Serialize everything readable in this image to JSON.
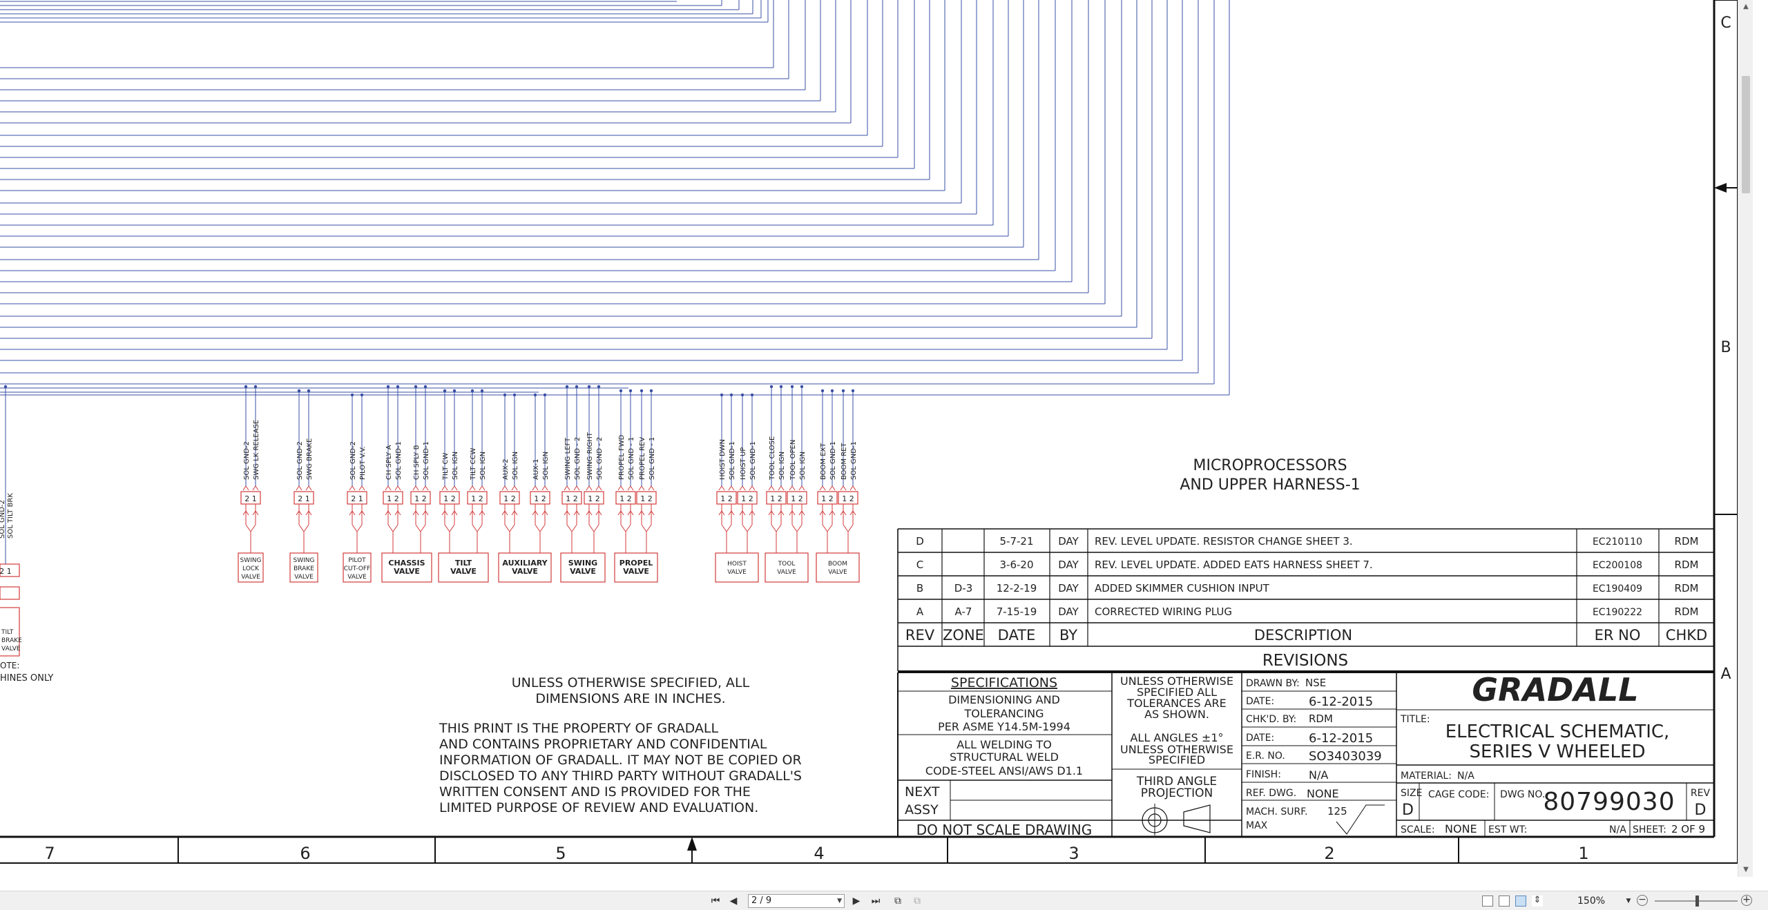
{
  "viewer": {
    "page_indicator": "2 / 9",
    "zoom": "150%"
  },
  "drawing": {
    "zones_right": [
      "C",
      "B",
      "A"
    ],
    "zones_bottom": [
      "7",
      "6",
      "5",
      "4",
      "3",
      "2",
      "1"
    ],
    "heading_line1": "MICROPROCESSORS",
    "heading_line2": "AND UPPER HARNESS-1",
    "left_note_label": "OTE:",
    "left_note_text": "HINES ONLY",
    "left_valve_lines": [
      "TILT",
      "BRAKE",
      "VALVE"
    ],
    "left_wire_labels": [
      "SOL GND-2",
      "SOL TILT BRK"
    ],
    "pin_21": "2 1",
    "pin_12": "1 2",
    "valves": [
      {
        "lines": [
          "SWING",
          "LOCK",
          "VALVE"
        ],
        "bold": false,
        "wires": [
          "SOL GND-2",
          "SWG LK RELEASE"
        ]
      },
      {
        "lines": [
          "SWING",
          "BRAKE",
          "VALVE"
        ],
        "bold": false,
        "wires": [
          "SOL GND-2",
          "SWG BRAKE"
        ]
      },
      {
        "lines": [
          "PILOT",
          "CUT-OFF",
          "VALVE"
        ],
        "bold": false,
        "wires": [
          "SOL GND-2",
          "PILOT V.V."
        ]
      },
      {
        "lines": [
          "CHASSIS",
          "VALVE"
        ],
        "bold": true,
        "wires": [
          "CH SPLY A",
          "SOL GND-1",
          "CH SPLY B",
          "SOL GND-1"
        ]
      },
      {
        "lines": [
          "TILT",
          "VALVE"
        ],
        "bold": true,
        "wires": [
          "TILT CW",
          "SOL IGN",
          "TILT CCW",
          "SOL IGN"
        ]
      },
      {
        "lines": [
          "AUXILIARY",
          "VALVE"
        ],
        "bold": true,
        "wires": [
          "AUX-2",
          "SOL IGN",
          "AUX-1",
          "SOL IGN"
        ]
      },
      {
        "lines": [
          "SWING",
          "VALVE"
        ],
        "bold": true,
        "wires": [
          "SWING LEFT",
          "SOL GND - 2",
          "SWING RIGHT",
          "SOL GND - 2"
        ]
      },
      {
        "lines": [
          "PROPEL",
          "VALVE"
        ],
        "bold": true,
        "wires": [
          "PROPEL FWD",
          "SOL GND - 1",
          "PROPEL REV",
          "SOL GND - 1"
        ]
      },
      {
        "lines": [
          "HOIST",
          "VALVE"
        ],
        "bold": false,
        "wires": [
          "HOIST DWN",
          "SOL GND-1",
          "HOIST UP",
          "SOL GND-1"
        ]
      },
      {
        "lines": [
          "TOOL",
          "VALVE"
        ],
        "bold": false,
        "wires": [
          "TOOL CLOSE",
          "SOL IGN",
          "TOOL OPEN",
          "SOL IGN"
        ]
      },
      {
        "lines": [
          "BOOM",
          "VALVE"
        ],
        "bold": false,
        "wires": [
          "BOOM EXT",
          "SOL GND-1",
          "BOOM RET",
          "SOL GND-1"
        ]
      }
    ],
    "dimension_note": [
      "UNLESS OTHERWISE SPECIFIED, ALL",
      "DIMENSIONS ARE IN INCHES."
    ],
    "property_note": [
      "THIS PRINT IS THE PROPERTY OF GRADALL",
      "AND CONTAINS PROPRIETARY AND CONFIDENTIAL",
      "INFORMATION OF GRADALL. IT MAY NOT BE COPIED OR",
      "DISCLOSED TO ANY THIRD PARTY WITHOUT GRADALL'S",
      "WRITTEN CONSENT AND IS PROVIDED FOR THE",
      "LIMITED PURPOSE OF REVIEW AND EVALUATION."
    ],
    "revisions": {
      "rows": [
        {
          "rev": "D",
          "zone": "",
          "date": "5-7-21",
          "by": "DAY",
          "desc": "REV. LEVEL UPDATE. RESISTOR CHANGE SHEET 3.",
          "er": "EC210110",
          "chkd": "RDM"
        },
        {
          "rev": "C",
          "zone": "",
          "date": "3-6-20",
          "by": "DAY",
          "desc": "REV. LEVEL UPDATE. ADDED EATS HARNESS SHEET 7.",
          "er": "EC200108",
          "chkd": "RDM"
        },
        {
          "rev": "B",
          "zone": "D-3",
          "date": "12-2-19",
          "by": "DAY",
          "desc": "ADDED SKIMMER CUSHION INPUT",
          "er": "EC190409",
          "chkd": "RDM"
        },
        {
          "rev": "A",
          "zone": "A-7",
          "date": "7-15-19",
          "by": "DAY",
          "desc": "CORRECTED WIRING PLUG",
          "er": "EC190222",
          "chkd": "RDM"
        }
      ],
      "headers": {
        "rev": "REV",
        "zone": "ZONE",
        "date": "DATE",
        "by": "BY",
        "desc": "DESCRIPTION",
        "er": "ER NO",
        "chkd": "CHKD"
      },
      "title": "REVISIONS"
    },
    "title_block": {
      "spec_title": "SPECIFICATIONS",
      "spec_lines": [
        "DIMENSIONING AND",
        "TOLERANCING",
        "PER ASME Y14.5M-1994",
        "ALL WELDING TO",
        "STRUCTURAL WELD",
        "CODE-STEEL ANSI/AWS D1.1"
      ],
      "tol_lines": [
        "UNLESS OTHERWISE",
        "SPECIFIED ALL",
        "TOLERANCES ARE",
        "AS SHOWN.",
        "ALL ANGLES ±1°",
        "UNLESS OTHERWISE",
        "SPECIFIED"
      ],
      "projection_lines": [
        "THIRD ANGLE",
        "PROJECTION"
      ],
      "next_assy": [
        "NEXT",
        "ASSY"
      ],
      "do_not_scale": "DO NOT SCALE DRAWING",
      "drawn_by_label": "DRAWN BY:",
      "drawn_by": "NSE",
      "date_label": "DATE:",
      "drawn_date": "6-12-2015",
      "chkd_by_label": "CHK'D. BY:",
      "chkd_by": "RDM",
      "chkd_date": "6-12-2015",
      "er_no_label": "E.R. NO.",
      "er_no": "SO3403039",
      "finish_label": "FINISH:",
      "finish": "N/A",
      "ref_dwg_label": "REF. DWG.",
      "ref_dwg": "NONE",
      "mach_surf_lines": [
        "MACH. SURF.",
        "MAX"
      ],
      "mach_surf_value": "125",
      "company": "GRADALL",
      "title_label": "TITLE:",
      "title_lines": [
        "ELECTRICAL SCHEMATIC,",
        "SERIES V WHEELED"
      ],
      "material_label": "MATERIAL:",
      "material": "N/A",
      "size_label": "SIZE",
      "size": "D",
      "cage_label": "CAGE CODE:",
      "dwg_no_label": "DWG NO.",
      "dwg_no": "80799030",
      "rev_label": "REV",
      "rev": "D",
      "scale_label": "SCALE:",
      "scale": "NONE",
      "est_wt_label": "EST WT:",
      "est_wt": "N/A",
      "sheet_label": "SHEET:",
      "sheet": "2 OF 9"
    }
  }
}
